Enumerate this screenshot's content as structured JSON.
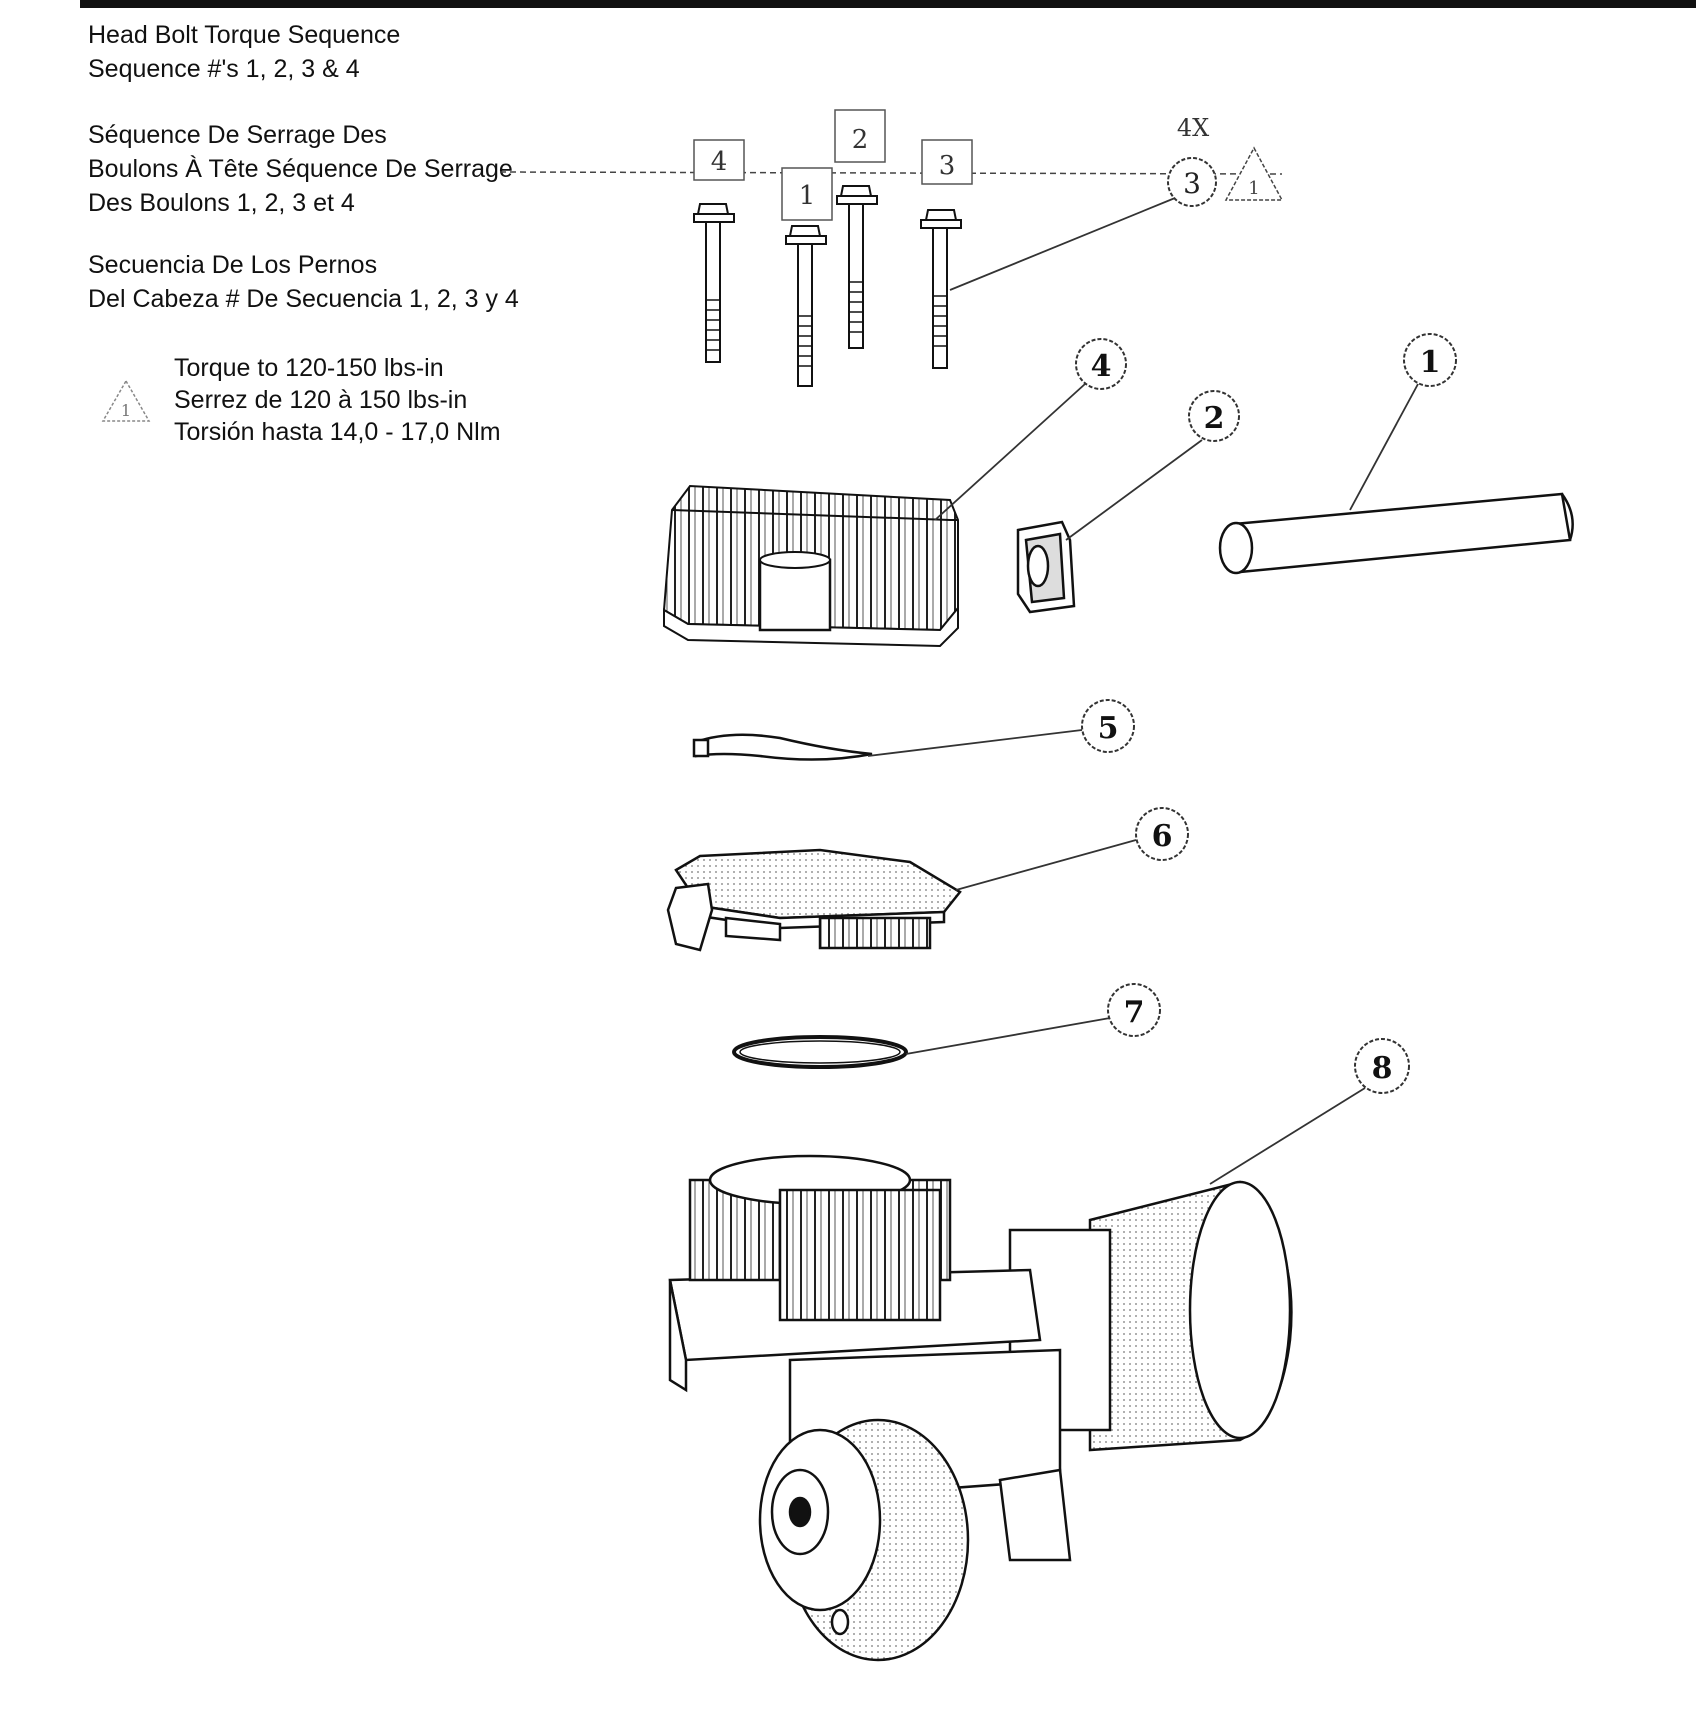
{
  "sequence_text": {
    "english": [
      "Head Bolt Torque Sequence",
      "Sequence #'s 1, 2, 3 & 4"
    ],
    "french": [
      "Séquence De Serrage Des",
      "Boulons À Tête Séquence De Serrage",
      "Des Boulons 1, 2, 3 et 4"
    ],
    "spanish": [
      "Secuencia De Los Pernos",
      "Del Cabeza # De Secuencia 1, 2, 3 y 4"
    ]
  },
  "torque_note": {
    "marker": "1",
    "lines": [
      "Torque to 120-150 lbs-in",
      "Serrez de 120 à 150 lbs-in",
      "Torsión hasta 14,0 - 17,0 Nlm"
    ]
  },
  "bolt_sequence_labels": [
    "4",
    "1",
    "2",
    "3"
  ],
  "quantity_label": "4X",
  "callouts": [
    "1",
    "2",
    "3",
    "4",
    "5",
    "6",
    "7",
    "8"
  ]
}
